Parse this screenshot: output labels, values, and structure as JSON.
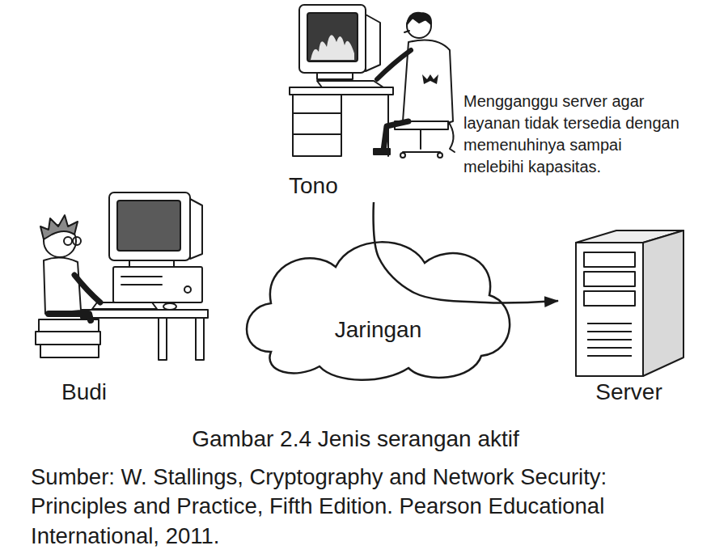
{
  "diagram": {
    "caption": "Gambar 2.4 Jenis serangan aktif",
    "nodes": [
      {
        "text": [
          "Tono"
        ]
      },
      {
        "text": [
          "Budi"
        ]
      },
      {
        "text": [
          "Jaringan"
        ]
      },
      {
        "text": [
          "Server"
        ]
      }
    ],
    "edges": [
      {
        "from": 0,
        "to": 3,
        "arrow": "to"
      }
    ],
    "labels": [
      "Mengganggu server agar layanan tidak tersedia dengan memenuhinya sampai melebihi kapasitas.",
      "Sumber: W. Stallings, Cryptography and Network Security: Principles and Practice, Fifth Edition. Pearson Educational International, 2011."
    ]
  }
}
